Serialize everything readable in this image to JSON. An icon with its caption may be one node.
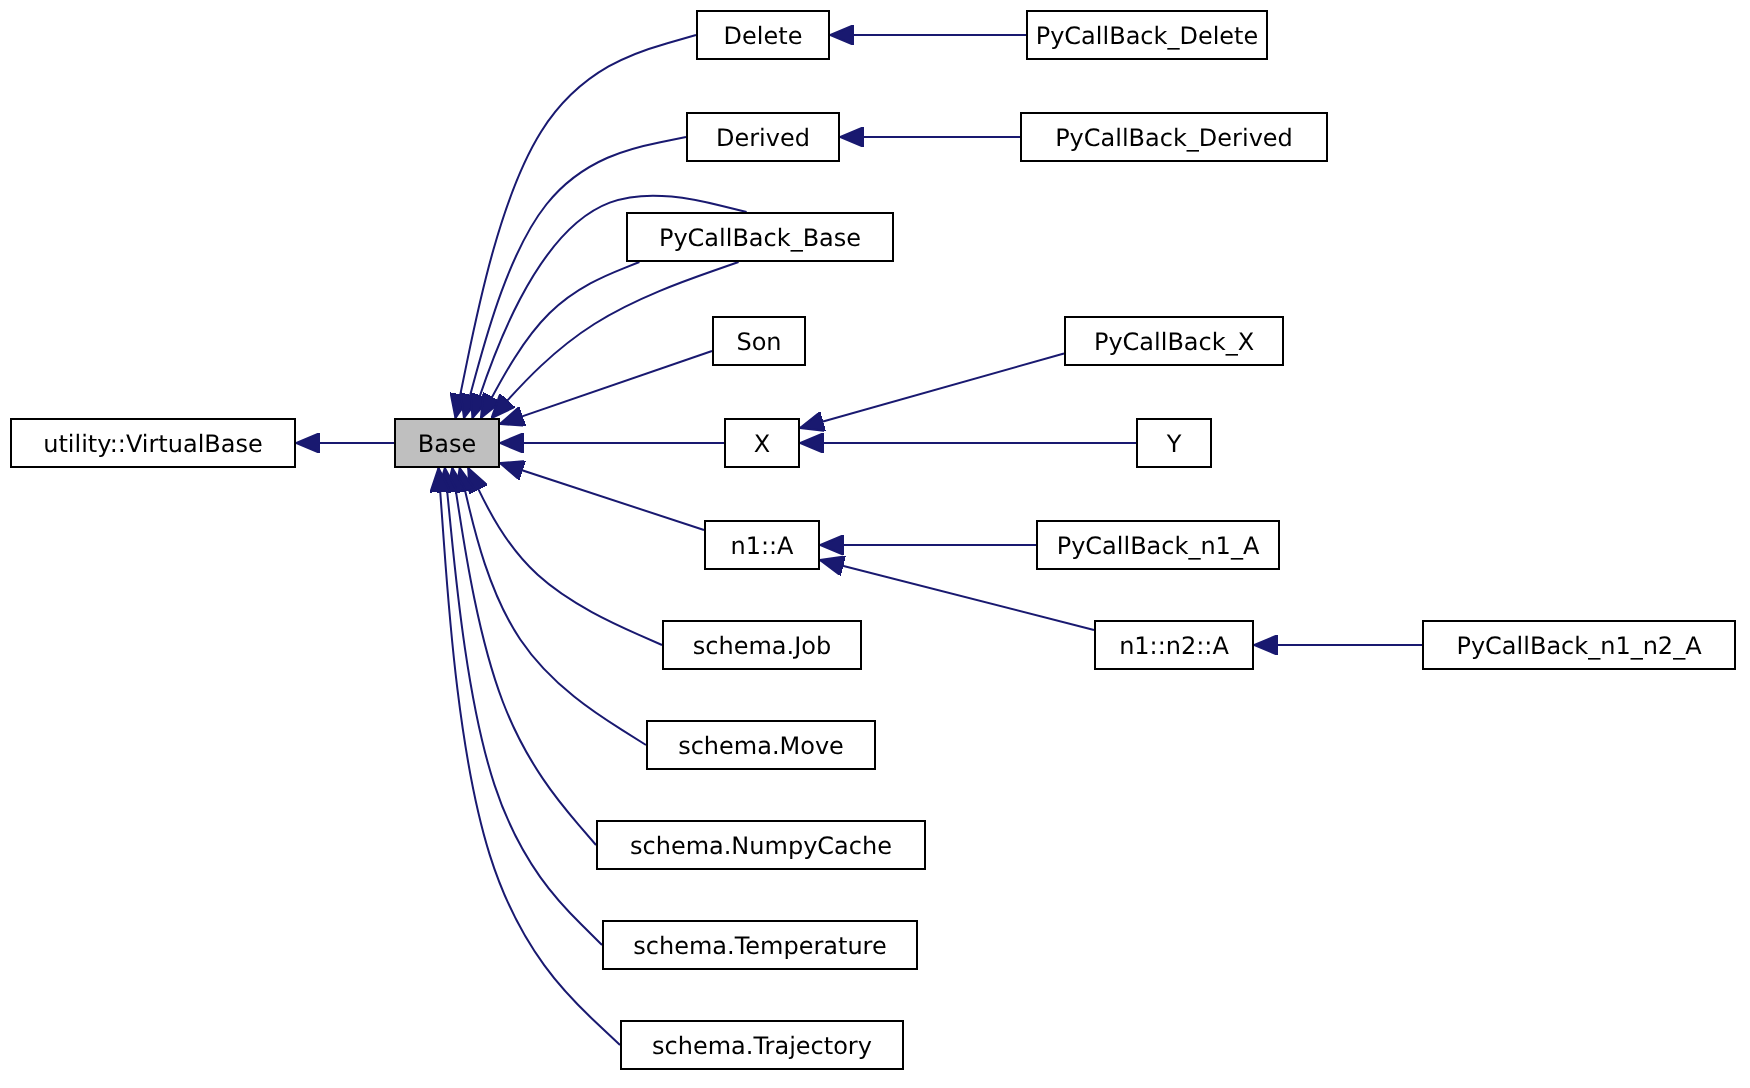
{
  "diagram": {
    "nodes": [
      {
        "text": [
          "utility::VirtualBase"
        ]
      },
      {
        "text": [
          "Base"
        ]
      },
      {
        "text": [
          "Delete"
        ]
      },
      {
        "text": [
          "Derived"
        ]
      },
      {
        "text": [
          "PyCallBack_Base"
        ]
      },
      {
        "text": [
          "Son"
        ]
      },
      {
        "text": [
          "X"
        ]
      },
      {
        "text": [
          "n1::A"
        ]
      },
      {
        "text": [
          "schema.Job"
        ]
      },
      {
        "text": [
          "schema.Move"
        ]
      },
      {
        "text": [
          "schema.NumpyCache"
        ]
      },
      {
        "text": [
          "schema.Temperature"
        ]
      },
      {
        "text": [
          "schema.Trajectory"
        ]
      },
      {
        "text": [
          "PyCallBack_Delete"
        ]
      },
      {
        "text": [
          "PyCallBack_Derived"
        ]
      },
      {
        "text": [
          "PyCallBack_X"
        ]
      },
      {
        "text": [
          "Y"
        ]
      },
      {
        "text": [
          "PyCallBack_n1_A"
        ]
      },
      {
        "text": [
          "n1::n2::A"
        ]
      },
      {
        "text": [
          "PyCallBack_n1_n2_A"
        ]
      }
    ],
    "edges": [
      {
        "from": 1,
        "to": 0,
        "arrow": "to"
      },
      {
        "from": 2,
        "to": 1,
        "arrow": "to"
      },
      {
        "from": 3,
        "to": 1,
        "arrow": "to"
      },
      {
        "from": 4,
        "to": 1,
        "arrow": "to"
      },
      {
        "from": 4,
        "to": 1,
        "arrow": "to"
      },
      {
        "from": 4,
        "to": 1,
        "arrow": "to"
      },
      {
        "from": 5,
        "to": 1,
        "arrow": "to"
      },
      {
        "from": 6,
        "to": 1,
        "arrow": "to"
      },
      {
        "from": 7,
        "to": 1,
        "arrow": "to"
      },
      {
        "from": 8,
        "to": 1,
        "arrow": "to"
      },
      {
        "from": 9,
        "to": 1,
        "arrow": "to"
      },
      {
        "from": 10,
        "to": 1,
        "arrow": "to"
      },
      {
        "from": 11,
        "to": 1,
        "arrow": "to"
      },
      {
        "from": 12,
        "to": 1,
        "arrow": "to"
      },
      {
        "from": 13,
        "to": 2,
        "arrow": "to"
      },
      {
        "from": 14,
        "to": 3,
        "arrow": "to"
      },
      {
        "from": 15,
        "to": 6,
        "arrow": "to"
      },
      {
        "from": 16,
        "to": 6,
        "arrow": "to"
      },
      {
        "from": 17,
        "to": 7,
        "arrow": "to"
      },
      {
        "from": 18,
        "to": 7,
        "arrow": "to"
      },
      {
        "from": 19,
        "to": 18,
        "arrow": "to"
      }
    ]
  }
}
